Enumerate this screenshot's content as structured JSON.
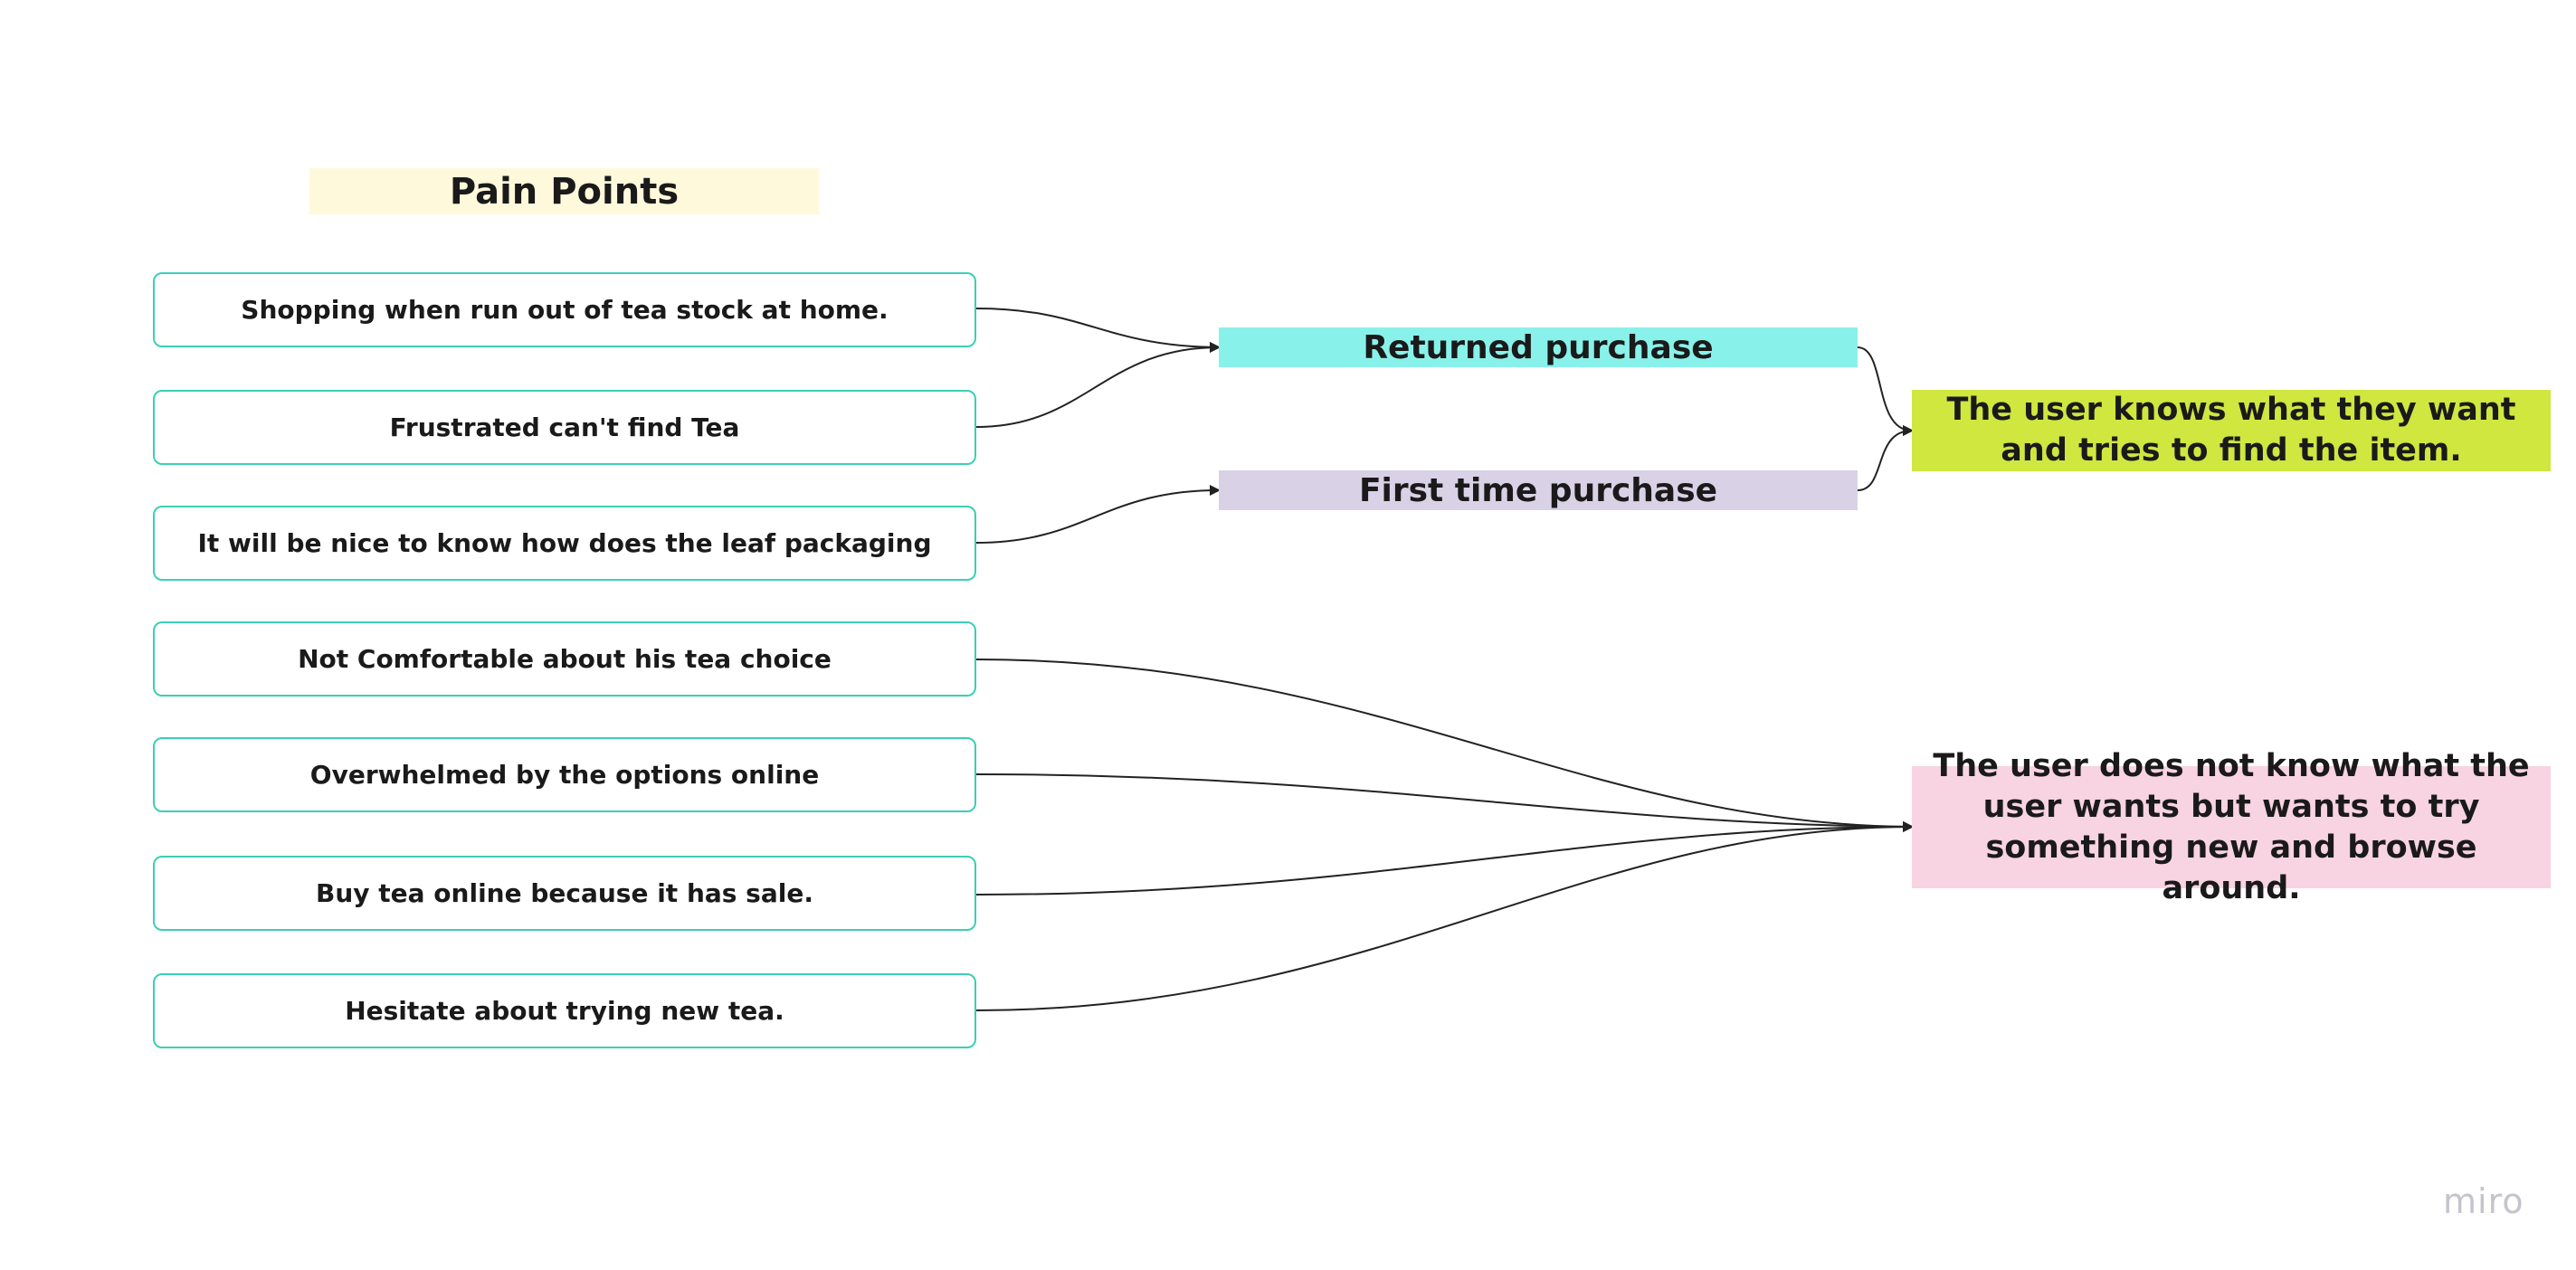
{
  "title": "Pain Points",
  "pain_points": [
    {
      "label": "Shopping when run out of tea stock at home."
    },
    {
      "label": "Frustrated can't find Tea"
    },
    {
      "label": "It will be nice to know how does the leaf packaging"
    },
    {
      "label": "Not Comfortable about his tea choice"
    },
    {
      "label": "Overwhelmed by the options online"
    },
    {
      "label": "Buy tea online because it has sale."
    },
    {
      "label": "Hesitate about trying new tea."
    }
  ],
  "categories": [
    {
      "label": "Returned purchase",
      "color": "#88f2ea"
    },
    {
      "label": "First time purchase",
      "color": "#d9d1e6"
    }
  ],
  "outcomes": [
    {
      "label": "The user knows what they want and tries to find the item.",
      "color": "#cfe73f"
    },
    {
      "label": "The user does not know what the user wants but wants to try something new and browse around.",
      "color": "#f8d3e2"
    }
  ],
  "pain_border_color": "#3ccfb4",
  "title_bg_color": "#fff9dc",
  "watermark": "miro"
}
